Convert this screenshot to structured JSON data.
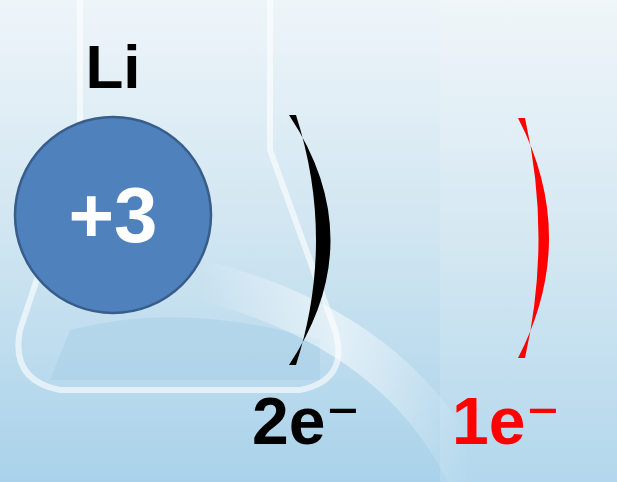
{
  "diagram": {
    "nodes": [
      {
        "text": [
          "Li",
          "+3"
        ]
      }
    ],
    "labels": [
      "2e⁻",
      "1e⁻"
    ]
  }
}
